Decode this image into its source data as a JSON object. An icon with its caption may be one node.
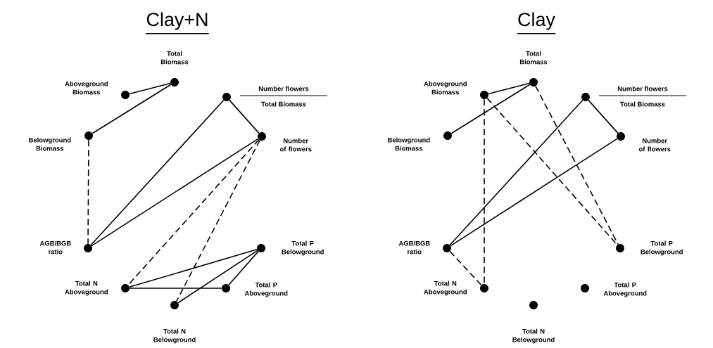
{
  "diagram": {
    "nodes": [
      {
        "text": [],
        "shape": "circle",
        "beside": [
          "Aboveground Biomass"
        ]
      },
      {
        "text": [],
        "shape": "circle",
        "beside": [
          "Total Biomass"
        ]
      },
      {
        "text": [],
        "shape": "circle",
        "beside": [
          "Number flowers",
          "Total Biomass"
        ]
      },
      {
        "text": [],
        "shape": "circle",
        "beside": [
          "Belowground Biomass"
        ]
      },
      {
        "text": [],
        "shape": "circle",
        "beside": [
          "Number of flowers"
        ]
      },
      {
        "text": [],
        "shape": "circle",
        "beside": [
          "AGB/BGB ratio"
        ]
      },
      {
        "text": [],
        "shape": "circle",
        "beside": [
          "Total P Belowground"
        ]
      },
      {
        "text": [],
        "shape": "circle",
        "beside": [
          "Total N Aboveground"
        ]
      },
      {
        "text": [],
        "shape": "circle",
        "beside": [
          "Total P Aboveground"
        ]
      },
      {
        "text": [],
        "shape": "circle",
        "beside": [
          "Total N Belowground"
        ]
      },
      {
        "text": [],
        "shape": "circle",
        "beside": [
          "Aboveground Biomass"
        ]
      },
      {
        "text": [],
        "shape": "circle",
        "beside": [
          "Total Biomass"
        ]
      },
      {
        "text": [],
        "shape": "circle",
        "beside": [
          "Number flowers",
          "Total Biomass"
        ]
      },
      {
        "text": [],
        "shape": "circle",
        "beside": [
          "Belowground Biomass"
        ]
      },
      {
        "text": [],
        "shape": "circle",
        "beside": [
          "Number of flowers"
        ]
      },
      {
        "text": [],
        "shape": "circle",
        "beside": [
          "AGB/BGB ratio"
        ]
      },
      {
        "text": [],
        "shape": "circle",
        "beside": [
          "Total P Belowground"
        ]
      },
      {
        "text": [],
        "shape": "circle",
        "beside": [
          "Total N Aboveground"
        ]
      },
      {
        "text": [],
        "shape": "circle",
        "beside": [
          "Total P Aboveground"
        ]
      },
      {
        "text": [],
        "shape": "circle",
        "beside": [
          "Total N Belowground"
        ]
      }
    ],
    "edges": [
      {
        "from": 0,
        "to": 1,
        "arrow": "none"
      },
      {
        "from": 1,
        "to": 3,
        "arrow": "none"
      },
      {
        "from": 2,
        "to": 4,
        "arrow": "none"
      },
      {
        "from": 3,
        "to": 5,
        "arrow": "none",
        "style": "dashed"
      },
      {
        "from": 5,
        "to": 2,
        "arrow": "none"
      },
      {
        "from": 5,
        "to": 4,
        "arrow": "none"
      },
      {
        "from": 4,
        "to": 7,
        "arrow": "none",
        "style": "dashed"
      },
      {
        "from": 4,
        "to": 9,
        "arrow": "none",
        "style": "dashed"
      },
      {
        "from": 7,
        "to": 6,
        "arrow": "none"
      },
      {
        "from": 7,
        "to": 8,
        "arrow": "none"
      },
      {
        "from": 9,
        "to": 6,
        "arrow": "none"
      },
      {
        "from": 8,
        "to": 6,
        "arrow": "none"
      },
      {
        "from": 10,
        "to": 11,
        "arrow": "none"
      },
      {
        "from": 11,
        "to": 13,
        "arrow": "none"
      },
      {
        "from": 12,
        "to": 14,
        "arrow": "none"
      },
      {
        "from": 12,
        "to": 15,
        "arrow": "none"
      },
      {
        "from": 14,
        "to": 15,
        "arrow": "none"
      },
      {
        "from": 10,
        "to": 17,
        "arrow": "none",
        "style": "dashed"
      },
      {
        "from": 10,
        "to": 16,
        "arrow": "none",
        "style": "dashed"
      },
      {
        "from": 11,
        "to": 16,
        "arrow": "none",
        "style": "dashed"
      },
      {
        "from": 15,
        "to": 17,
        "arrow": "none",
        "style": "dashed"
      }
    ],
    "labels": [
      "Clay+N",
      "Clay"
    ]
  }
}
